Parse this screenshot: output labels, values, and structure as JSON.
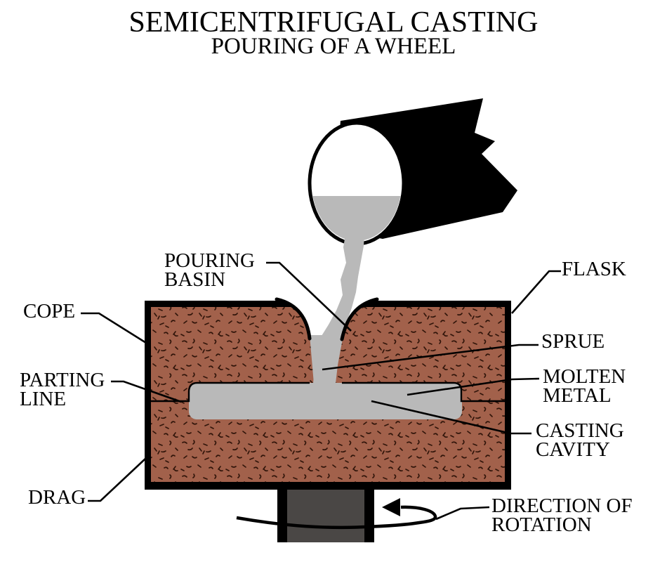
{
  "title": "SEMICENTRIFUGAL CASTING",
  "subtitle": "POURING OF A WHEEL",
  "labels": {
    "pouring_basin": {
      "line1": "POURING",
      "line2": "BASIN"
    },
    "flask": {
      "line1": "FLASK"
    },
    "cope": {
      "line1": "COPE"
    },
    "sprue": {
      "line1": "SPRUE"
    },
    "parting_line": {
      "line1": "PARTING",
      "line2": "LINE"
    },
    "molten_metal": {
      "line1": "MOLTEN",
      "line2": "METAL"
    },
    "casting_cavity": {
      "line1": "CASTING",
      "line2": "CAVITY"
    },
    "drag": {
      "line1": "DRAG"
    },
    "direction_of_rotation": {
      "line1": "DIRECTION OF",
      "line2": "ROTATION"
    }
  },
  "colors": {
    "ink": "#000000",
    "sand": "#A2614B",
    "speckle": "#31150A",
    "metal": "#B9B9B9",
    "shaft": "#4A4745",
    "bg": "#FFFFFF"
  }
}
